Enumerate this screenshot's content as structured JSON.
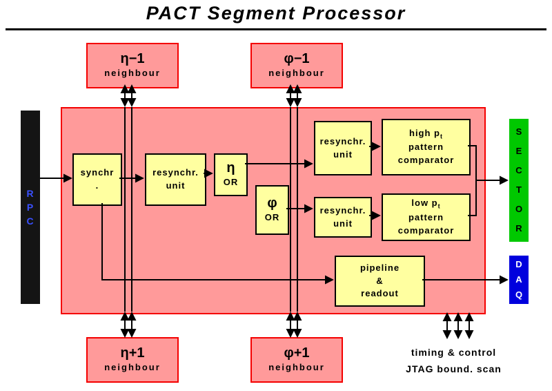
{
  "title": "PACT Segment Processor",
  "neighbours": {
    "eta_minus": {
      "symbol": "η−1",
      "label": "neighbour"
    },
    "phi_minus": {
      "symbol": "φ−1",
      "label": "neighbour"
    },
    "eta_plus": {
      "symbol": "η+1",
      "label": "neighbour"
    },
    "phi_plus": {
      "symbol": "φ+1",
      "label": "neighbour"
    }
  },
  "rpc": {
    "label": "R\nP\nC"
  },
  "blocks": {
    "synchr": "synchr\n.",
    "resynchr_in": "resynchr.\nunit",
    "eta_or": {
      "symbol": "η",
      "label": "OR"
    },
    "phi_or": {
      "symbol": "φ",
      "label": "OR"
    },
    "resynchr_high": "resynchr.\nunit",
    "resynchr_low": "resynchr.\nunit",
    "high_comparator": {
      "prefix": "high p",
      "sub": "t",
      "line2": "pattern",
      "line3": "comparator"
    },
    "low_comparator": {
      "prefix": "low p",
      "sub": "t",
      "line2": "pattern",
      "line3": "comparator"
    },
    "pipeline": "pipeline\n&\nreadout"
  },
  "sector": {
    "label": "S\nE\nC\nT\nO\nR"
  },
  "daq": {
    "label": "D\nA\nQ"
  },
  "footer": {
    "line1": "timing & control",
    "line2": "JTAG bound. scan"
  },
  "colors": {
    "box_pink": "#ff9a9a",
    "border_red": "#f40000",
    "box_yellow": "#ffffa0",
    "sector_green": "#00c800",
    "daq_blue": "#0000dd",
    "rpc_black": "#141414",
    "rpc_text_blue": "#3a50ff"
  }
}
